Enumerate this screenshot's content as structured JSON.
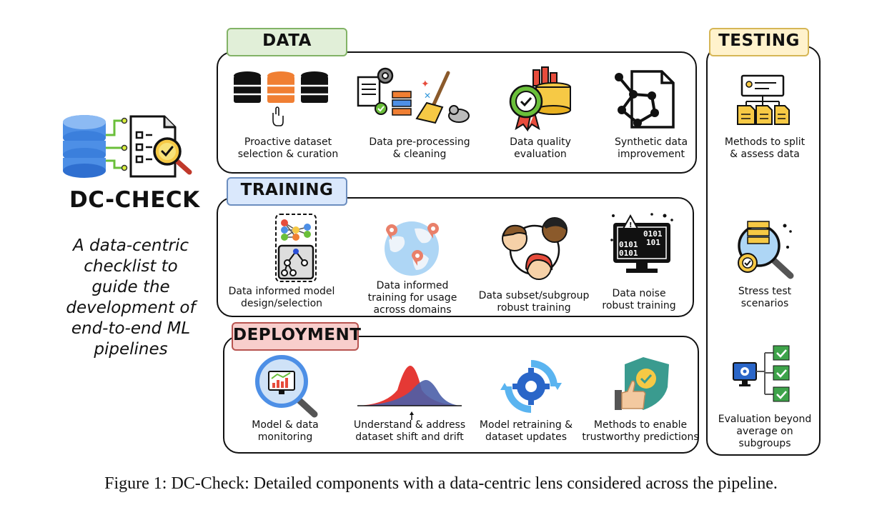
{
  "brand": {
    "name": "DC-CHECK",
    "tagline": [
      "A data-centric",
      "checklist to",
      "guide the",
      "development of",
      "end-to-end ML",
      "pipelines"
    ]
  },
  "sections": {
    "data": {
      "label": "DATA",
      "items": [
        {
          "caption": [
            "Proactive dataset",
            "selection & curation"
          ]
        },
        {
          "caption": [
            "Data pre-processing",
            "& cleaning"
          ]
        },
        {
          "caption": [
            "Data quality",
            "evaluation"
          ]
        },
        {
          "caption": [
            "Synthetic data",
            "improvement"
          ]
        }
      ]
    },
    "training": {
      "label": "TRAINING",
      "items": [
        {
          "caption": [
            "Data informed model",
            "design/selection"
          ]
        },
        {
          "caption": [
            "Data informed",
            "training for usage",
            "across domains"
          ]
        },
        {
          "caption": [
            "Data subset/subgroup",
            "robust training"
          ]
        },
        {
          "caption": [
            "Data noise",
            "robust training"
          ]
        }
      ]
    },
    "deployment": {
      "label": "DEPLOYMENT",
      "items": [
        {
          "caption": [
            "Model & data",
            "monitoring"
          ]
        },
        {
          "caption": [
            "Understand & address",
            "dataset shift and drift"
          ]
        },
        {
          "caption": [
            "Model retraining &",
            "dataset updates"
          ]
        },
        {
          "caption": [
            "Methods to enable",
            "trustworthy predictions"
          ]
        }
      ]
    },
    "testing": {
      "label": "TESTING",
      "items": [
        {
          "caption": [
            "Methods to split",
            "& assess data"
          ]
        },
        {
          "caption": [
            "Stress test",
            "scenarios"
          ]
        },
        {
          "caption": [
            "Evaluation beyond",
            "average on",
            "subgroups"
          ]
        }
      ]
    }
  },
  "binary_text": {
    "a": "0101",
    "b": "101",
    "c": "0101",
    "d": "0101"
  },
  "colors": {
    "data_tag": "#e1efd8",
    "data_tag_border": "#82b366",
    "training_tag": "#dae8fc",
    "training_tag_border": "#6c8ebf",
    "deployment_tag": "#f8cecc",
    "deployment_tag_border": "#b85450",
    "testing_tag": "#fff2cc",
    "testing_tag_border": "#d6b656"
  },
  "figure_caption": "Figure 1: DC-Check: Detailed components with a data-centric lens considered across the pipeline."
}
